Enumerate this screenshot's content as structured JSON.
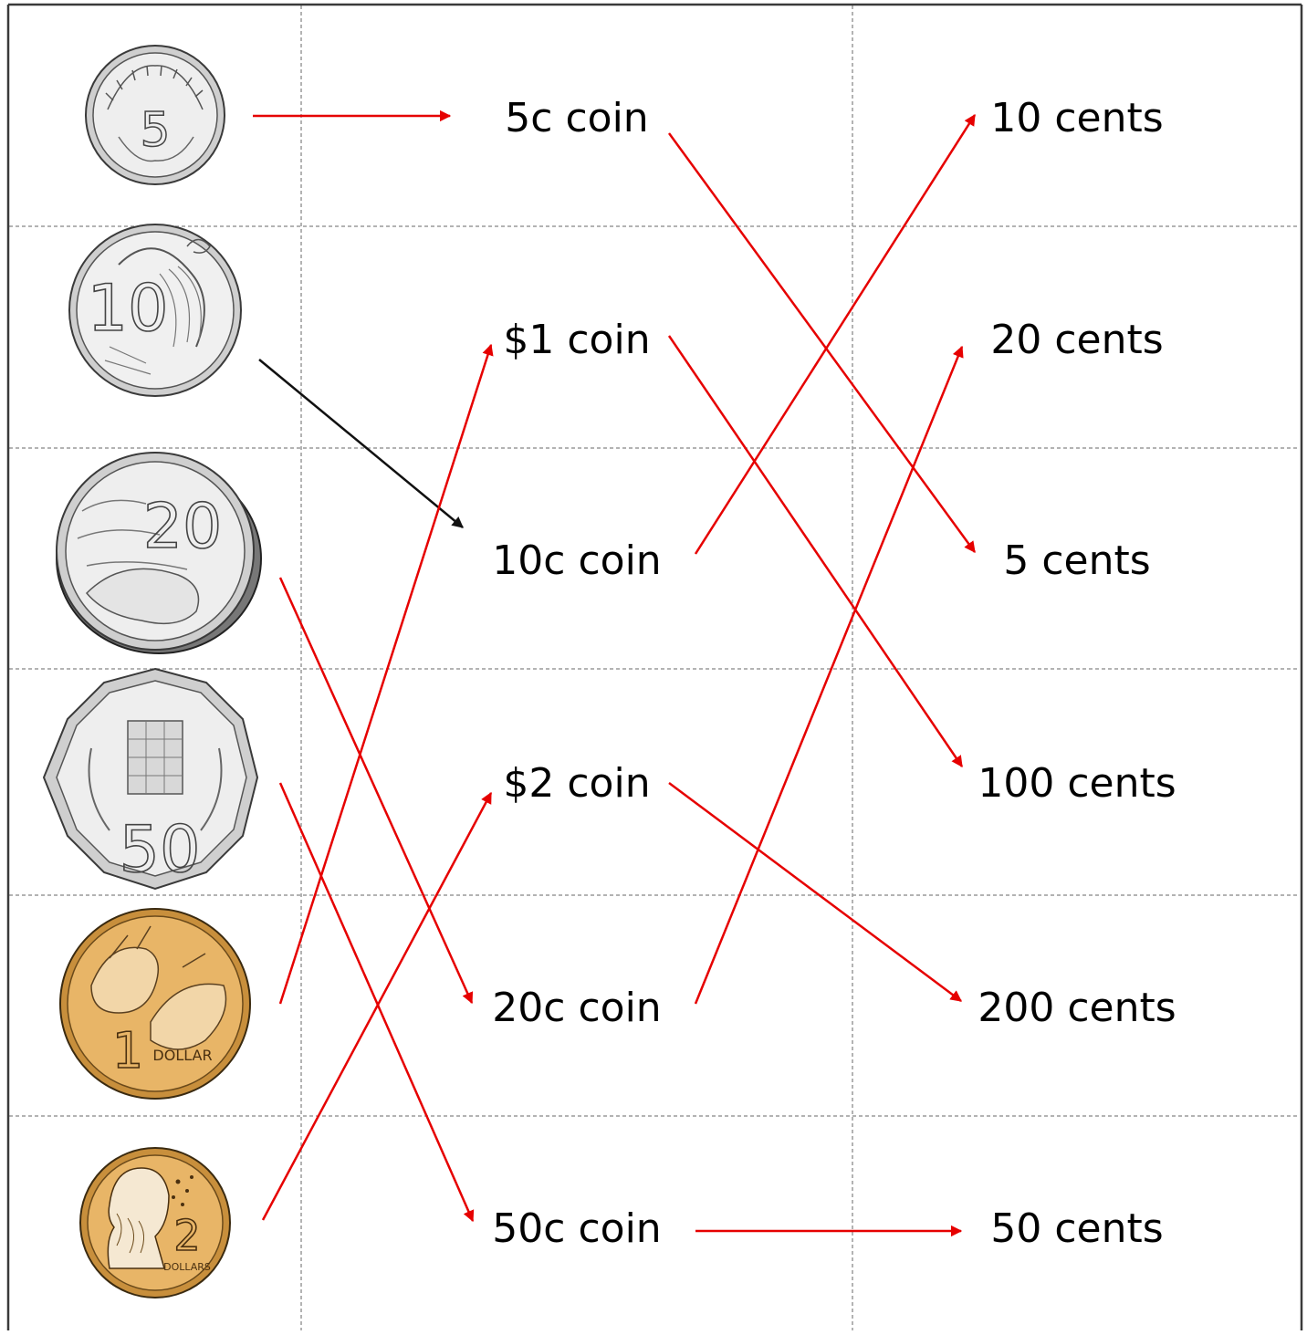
{
  "worksheet": {
    "coin_names": [
      "5c coin",
      "$1 coin",
      "10c coin",
      "$2 coin",
      "20c coin",
      "50c coin"
    ],
    "cent_values": [
      "10 cents",
      "20 cents",
      "5 cents",
      "100 cents",
      "200 cents",
      "50 cents"
    ],
    "coin_images": [
      {
        "name": "five-cent-coin",
        "engraving": "5",
        "metal": "silver",
        "shape": "round"
      },
      {
        "name": "ten-cent-coin",
        "engraving": "10",
        "metal": "silver",
        "shape": "round"
      },
      {
        "name": "twenty-cent-coin",
        "engraving": "20",
        "metal": "silver",
        "shape": "round"
      },
      {
        "name": "fifty-cent-coin",
        "engraving": "50",
        "metal": "silver",
        "shape": "dodecagon"
      },
      {
        "name": "one-dollar-coin",
        "engraving": "1",
        "engraving_2": "DOLLAR",
        "metal": "gold",
        "shape": "round"
      },
      {
        "name": "two-dollar-coin",
        "engraving": "2",
        "engraving_2": "DOLLARS",
        "metal": "gold",
        "shape": "round"
      }
    ],
    "picture_to_name_links": [
      {
        "from": "five-cent-coin",
        "to": "5c coin",
        "color": "#e60000"
      },
      {
        "from": "ten-cent-coin",
        "to": "10c coin",
        "color": "#111111"
      },
      {
        "from": "twenty-cent-coin",
        "to": "20c coin",
        "color": "#e60000"
      },
      {
        "from": "fifty-cent-coin",
        "to": "50c coin",
        "color": "#e60000"
      },
      {
        "from": "one-dollar-coin",
        "to": "$1 coin",
        "color": "#e60000"
      },
      {
        "from": "two-dollar-coin",
        "to": "$2 coin",
        "color": "#e60000"
      }
    ],
    "name_to_value_links": [
      {
        "from": "5c coin",
        "to": "5 cents",
        "color": "#e60000"
      },
      {
        "from": "$1 coin",
        "to": "100 cents",
        "color": "#e60000"
      },
      {
        "from": "10c coin",
        "to": "10 cents",
        "color": "#e60000"
      },
      {
        "from": "$2 coin",
        "to": "200 cents",
        "color": "#e60000"
      },
      {
        "from": "20c coin",
        "to": "20 cents",
        "color": "#e60000"
      },
      {
        "from": "50c coin",
        "to": "50 cents",
        "color": "#e60000"
      }
    ],
    "colors": {
      "arrow_red": "#e60000",
      "arrow_black": "#111111",
      "silver_face": "#eeeeee",
      "gold_face": "#e8b567",
      "grid_line": "#9a9a9a"
    }
  }
}
